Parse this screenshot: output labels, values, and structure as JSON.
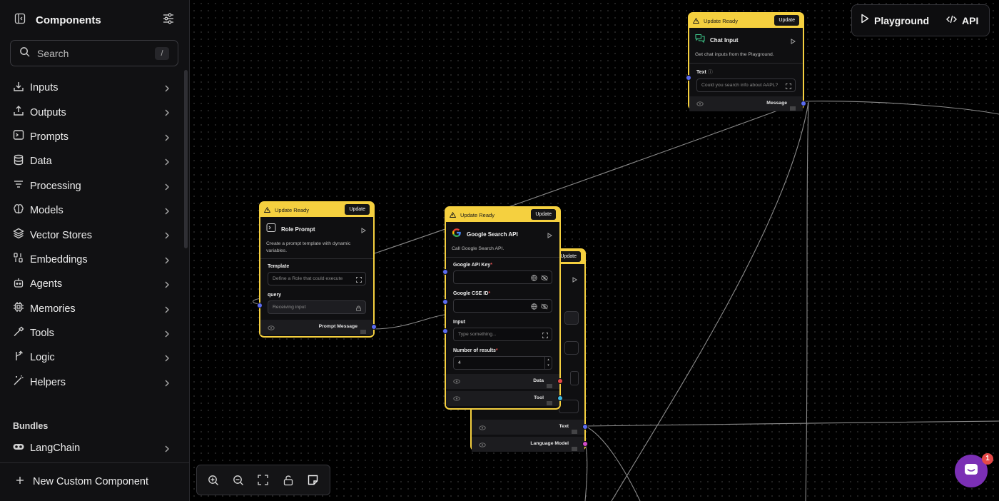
{
  "sidebar": {
    "title": "Components",
    "search_placeholder": "Search",
    "search_shortcut": "/",
    "categories": [
      {
        "label": "Inputs",
        "icon": "download-icon"
      },
      {
        "label": "Outputs",
        "icon": "upload-icon"
      },
      {
        "label": "Prompts",
        "icon": "terminal-icon"
      },
      {
        "label": "Data",
        "icon": "database-icon"
      },
      {
        "label": "Processing",
        "icon": "list-filter-icon"
      },
      {
        "label": "Models",
        "icon": "brain-icon"
      },
      {
        "label": "Vector Stores",
        "icon": "layers-icon"
      },
      {
        "label": "Embeddings",
        "icon": "binary-icon"
      },
      {
        "label": "Agents",
        "icon": "bot-icon"
      },
      {
        "label": "Memories",
        "icon": "cpu-icon"
      },
      {
        "label": "Tools",
        "icon": "hammer-icon"
      },
      {
        "label": "Logic",
        "icon": "git-branch-icon"
      },
      {
        "label": "Helpers",
        "icon": "magic-wand-icon"
      }
    ],
    "bundles_heading": "Bundles",
    "bundles": [
      {
        "label": "LangChain",
        "icon": "langchain-icon"
      }
    ],
    "new_component_label": "New Custom Component"
  },
  "topbar": {
    "playground_label": "Playground",
    "api_label": "API"
  },
  "chat_fab": {
    "badge": "1"
  },
  "nodes": {
    "chat_input": {
      "banner": "Update Ready",
      "update_label": "Update",
      "title": "Chat Input",
      "description": "Get chat inputs from the Playground.",
      "field_label": "Text",
      "field_value": "Could you search info about AAPL?",
      "output_label": "Message"
    },
    "role_prompt": {
      "banner": "Update Ready",
      "update_label": "Update",
      "title": "Role Prompt",
      "description": "Create a prompt template with dynamic variables.",
      "template_label": "Template",
      "template_value": "Define a Role that could execute",
      "query_label": "query",
      "query_value": "Receiving input",
      "output_label": "Prompt Message"
    },
    "google_search": {
      "banner": "Update Ready",
      "update_label": "Update",
      "title": "Google Search API",
      "description": "Call Google Search API.",
      "api_key_label": "Google API Key",
      "cse_label": "Google CSE ID",
      "input_label": "Input",
      "input_placeholder": "Type something...",
      "results_label": "Number of results",
      "results_value": "4",
      "output_data_label": "Data",
      "output_tool_label": "Tool"
    },
    "hidden_node": {
      "update_label": "Update",
      "output_text_label": "Text",
      "output_lm_label": "Language Model"
    }
  },
  "colors": {
    "accent_yellow": "#f5d03f",
    "handle_blue": "#5b6cf0",
    "handle_red": "#e54848",
    "handle_cyan": "#3fb8e0",
    "handle_pink": "#d34bc8",
    "chat_purple": "#7b2fb5"
  }
}
